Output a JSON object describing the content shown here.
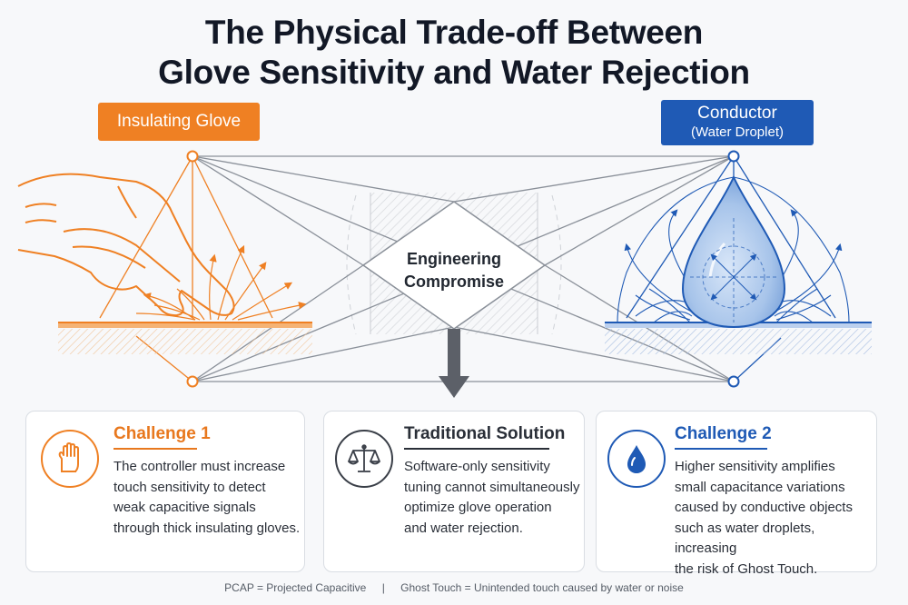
{
  "title": {
    "line1": "The Physical Trade-off Between",
    "line2": "Glove Sensitivity and Water Rejection"
  },
  "left_label": "Insulating Glove",
  "right_label": {
    "main": "Conductor",
    "sub": "(Water Droplet)"
  },
  "center": {
    "line1": "Engineering",
    "line2": "Compromise"
  },
  "cards": [
    {
      "title": "Challenge 1",
      "icon": "glove-icon",
      "accent": "#e8781e",
      "lines": [
        "The controller must increase",
        "touch sensitivity to detect",
        "weak capacitive signals",
        "through thick insulating gloves."
      ]
    },
    {
      "title": "Traditional Solution",
      "icon": "scale-icon",
      "accent": "#2a2f38",
      "lines": [
        "Software-only sensitivity",
        "tuning cannot simultaneously",
        "optimize glove operation",
        "and water rejection."
      ]
    },
    {
      "title": "Challenge 2",
      "icon": "water-drop-icon",
      "accent": "#1f5ab5",
      "lines": [
        "Higher sensitivity amplifies",
        "small capacitance variations",
        "caused by conductive objects",
        "such as water droplets, increasing",
        "the risk of Ghost Touch."
      ]
    }
  ],
  "footer": {
    "left": "PCAP = Projected Capacitive",
    "separator": "|",
    "right": "Ghost Touch = Unintended touch caused by water or noise"
  },
  "colors": {
    "orange": "#ef8023",
    "blue": "#1f5ab5",
    "dark": "#121826",
    "line": "#8a9099"
  }
}
